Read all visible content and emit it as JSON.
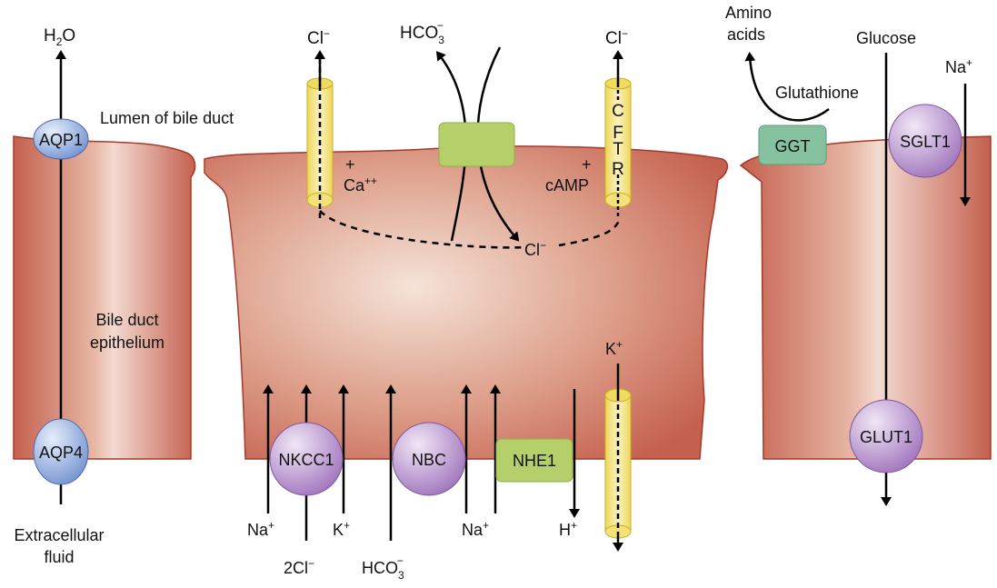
{
  "colors": {
    "cell": "#c4604e",
    "cell_light": "#f3dcd0",
    "aqp": "#8fa9dd",
    "channel": "#f3e27a",
    "exchanger": "#b5cf6a",
    "ggt": "#86c2a0",
    "transporter": "#b38fce"
  },
  "labels": {
    "h2o": {
      "base": "H",
      "sub": "2",
      "rest": "O"
    },
    "lumen": "Lumen of bile duct",
    "epithelium_1": "Bile duct",
    "epithelium_2": "epithelium",
    "extracellular_1": "Extracellular",
    "extracellular_2": "fluid",
    "cl_left": {
      "base": "Cl",
      "sup": "−"
    },
    "cl_right": {
      "base": "Cl",
      "sup": "−"
    },
    "cl_inside": {
      "base": "Cl",
      "sup": "−"
    },
    "hco3_top": {
      "base": "HCO",
      "sub": "3",
      "sup": "−"
    },
    "plus_ca": "+",
    "ca": {
      "base": "Ca",
      "sup": "++"
    },
    "plus_camp": "+",
    "camp": "cAMP",
    "cftr": [
      "C",
      "F",
      "T",
      "R"
    ],
    "amino_1": "Amino",
    "amino_2": "acids",
    "glutathione": "Glutathione",
    "glucose": "Glucose",
    "na_top": {
      "base": "Na",
      "sup": "+"
    },
    "k_top": {
      "base": "K",
      "sup": "+"
    },
    "na_1": {
      "base": "Na",
      "sup": "+"
    },
    "cl2": {
      "base": "2Cl",
      "sup": "−"
    },
    "k_bottom": {
      "base": "K",
      "sup": "+"
    },
    "hco3_bottom": {
      "base": "HCO",
      "sub": "3",
      "sup": "−"
    },
    "na_2": {
      "base": "Na",
      "sup": "+"
    },
    "h": {
      "base": "H",
      "sup": "+"
    }
  },
  "proteins": {
    "aqp1": "AQP1",
    "aqp4": "AQP4",
    "ggt": "GGT",
    "sglt1": "SGLT1",
    "glut1": "GLUT1",
    "nkcc1": "NKCC1",
    "nbc": "NBC",
    "nhe1": "NHE1"
  }
}
